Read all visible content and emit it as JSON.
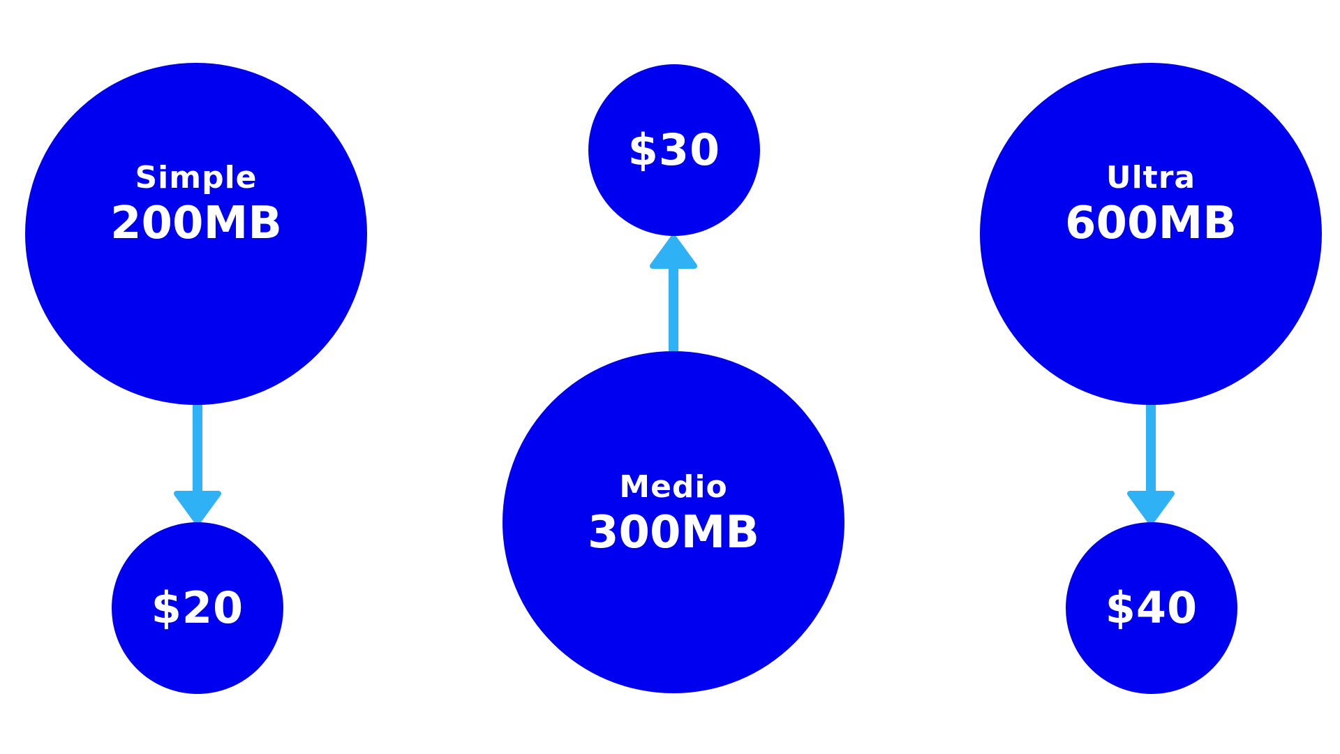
{
  "colors": {
    "circle_fill": "#0000f0",
    "arrow": "#2fb2f5",
    "text": "#ffffff",
    "background": "#ffffff"
  },
  "plans": [
    {
      "name": "Simple",
      "size": "200MB",
      "price": "$20",
      "arrow_direction": "down"
    },
    {
      "name": "Medio",
      "size": "300MB",
      "price": "$30",
      "arrow_direction": "up"
    },
    {
      "name": "Ultra",
      "size": "600MB",
      "price": "$40",
      "arrow_direction": "down"
    }
  ]
}
